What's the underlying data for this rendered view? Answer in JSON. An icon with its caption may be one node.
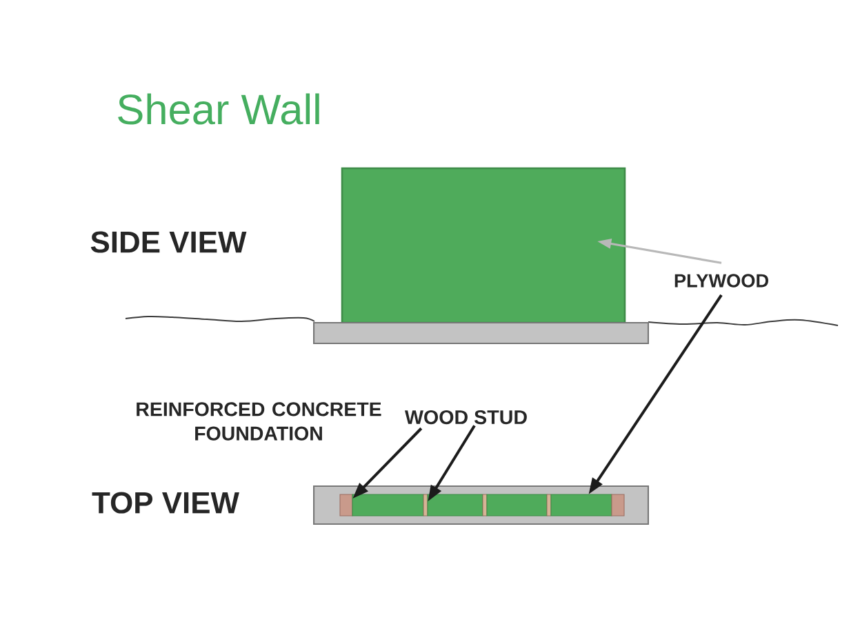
{
  "diagram": {
    "title": "Shear Wall",
    "nodes": [
      {
        "text": [],
        "shape": "box"
      },
      {
        "text": [],
        "shape": "box"
      },
      {
        "text": [
          "PLYWOOD"
        ]
      },
      {
        "text": [
          "WOOD STUD"
        ]
      },
      {
        "text": [],
        "shape": "box"
      },
      {
        "text": [],
        "shape": "box",
        "in": 4
      },
      {
        "text": [],
        "shape": "box",
        "in": 4
      },
      {
        "text": [],
        "shape": "box",
        "in": 4
      },
      {
        "text": [],
        "shape": "box",
        "in": 4
      },
      {
        "text": [],
        "shape": "box",
        "in": 4
      },
      {
        "text": [],
        "shape": "box",
        "in": 4
      },
      {
        "text": [],
        "shape": "box",
        "in": 4
      },
      {
        "text": [],
        "shape": "box",
        "in": 4
      },
      {
        "text": [],
        "shape": "box",
        "in": 4
      }
    ],
    "edges": [
      {
        "from": 2,
        "to": 0,
        "arrow": "to",
        "color": "#b8b8b8"
      },
      {
        "from": 2,
        "to": 12,
        "arrow": "to"
      },
      {
        "from": 3,
        "to": 5,
        "arrow": "to"
      },
      {
        "from": 3,
        "to": 7,
        "arrow": "to"
      }
    ],
    "labels": [
      "SIDE VIEW",
      "REINFORCED CONCRETE FOUNDATION",
      "TOP VIEW"
    ]
  }
}
